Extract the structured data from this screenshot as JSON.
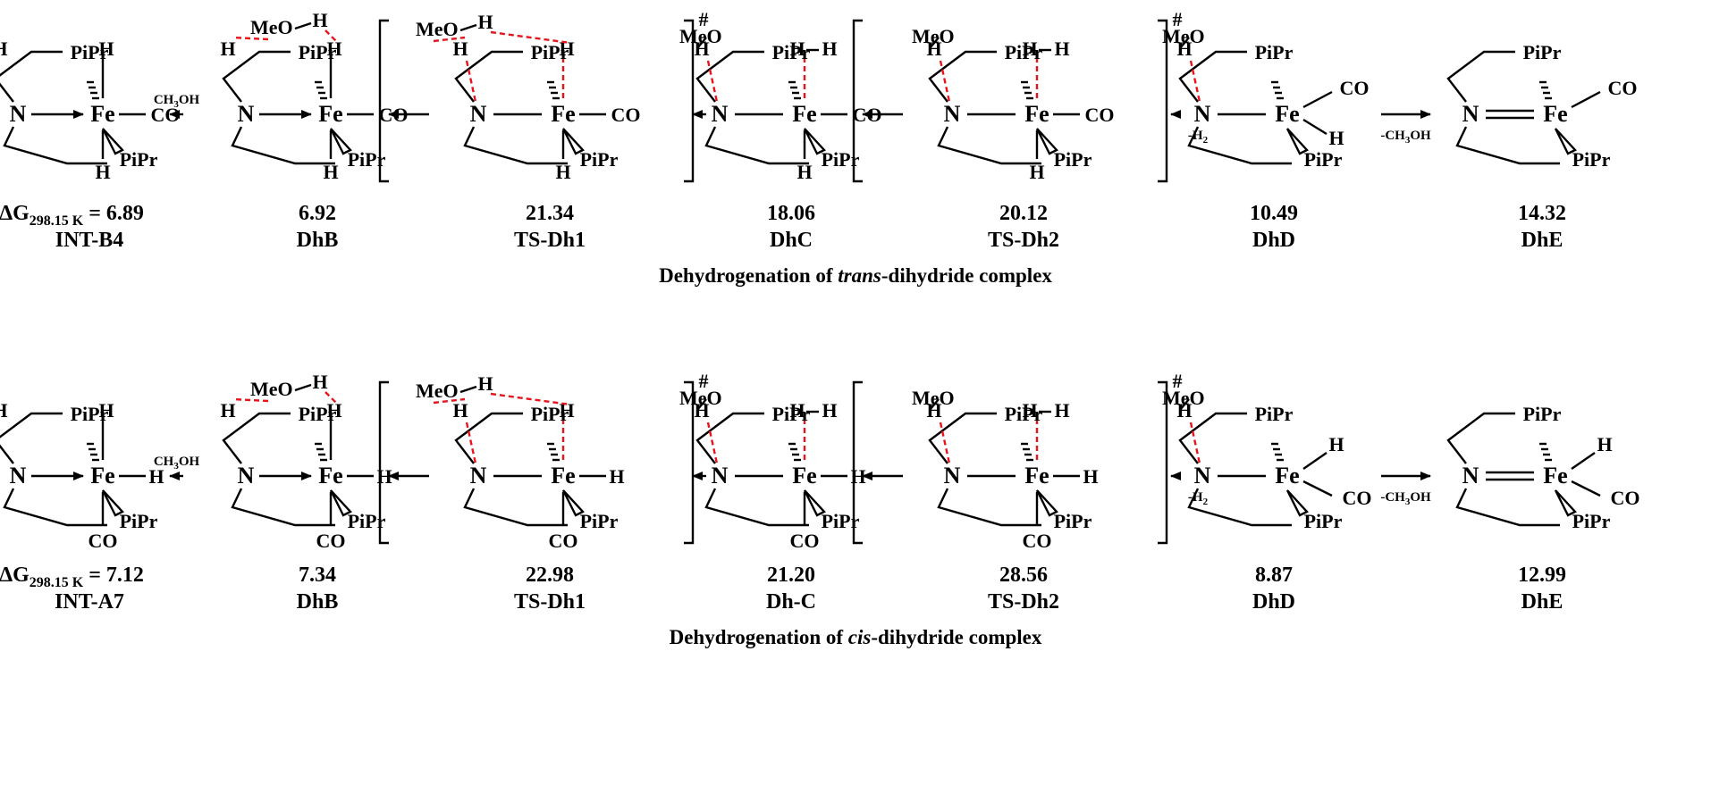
{
  "rows": [
    {
      "caption_pre": "Dehydrogenation of ",
      "caption_em": "trans",
      "caption_post": "-dihydride complex",
      "energy_symbol": "ΔG",
      "energy_sub": "298.15 K",
      "species": [
        {
          "value": "= 6.89",
          "label": "INT-B4"
        },
        {
          "value": "6.92",
          "label": "DhB"
        },
        {
          "value": "21.34",
          "label": "TS-Dh1"
        },
        {
          "value": "18.06",
          "label": "DhC"
        },
        {
          "value": "20.12",
          "label": "TS-Dh2"
        },
        {
          "value": "10.49",
          "label": "DhD"
        },
        {
          "value": "14.32",
          "label": "DhE"
        }
      ],
      "arrow_labels": {
        "ch3oh": "CH",
        "three": "3",
        "oh": "OH",
        "h2": "-H",
        "two": "2",
        "mech3oh": "-CH",
        "mthree": "3",
        "moh": "OH"
      }
    },
    {
      "caption_pre": "Dehydrogenation of ",
      "caption_em": "cis",
      "caption_post": "-dihydride complex",
      "energy_symbol": "ΔG",
      "energy_sub": "298.15 K",
      "species": [
        {
          "value": "= 7.12",
          "label": "INT-A7"
        },
        {
          "value": "7.34",
          "label": "DhB"
        },
        {
          "value": "22.98",
          "label": "TS-Dh1"
        },
        {
          "value": "21.20",
          "label": "Dh-C"
        },
        {
          "value": "28.56",
          "label": "TS-Dh2"
        },
        {
          "value": "8.87",
          "label": "DhD"
        },
        {
          "value": "12.99",
          "label": "DhE"
        }
      ],
      "arrow_labels": {
        "ch3oh": "CH",
        "three": "3",
        "oh": "OH",
        "h2": "-H",
        "two": "2",
        "mech3oh": "-CH",
        "mthree": "3",
        "moh": "OH"
      }
    }
  ],
  "atoms": {
    "H": "H",
    "N": "N",
    "Fe": "Fe",
    "CO": "CO",
    "PiPr": "PiPr",
    "MeO": "MeO",
    "ts": "#"
  }
}
